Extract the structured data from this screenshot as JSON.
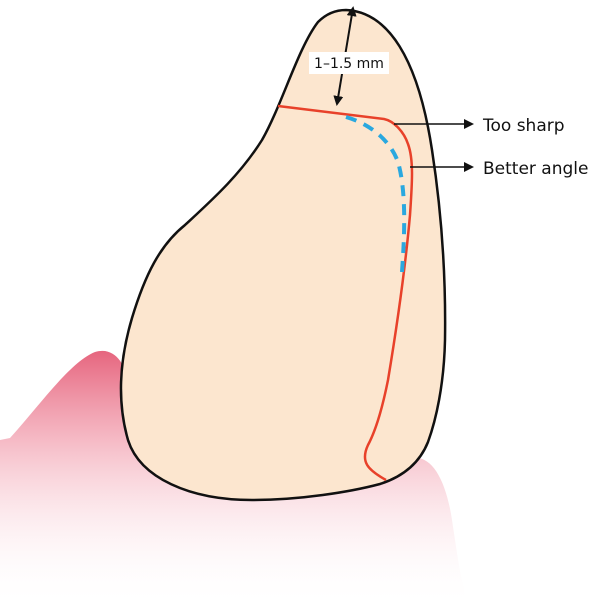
{
  "diagram": {
    "measurement_label": "1–1.5 mm",
    "labels": {
      "too_sharp": "Too sharp",
      "better_angle": "Better angle"
    },
    "colors": {
      "tooth_fill": "#fce6cf",
      "tooth_outline": "#111111",
      "prep_line": "#e8412a",
      "better_line": "#2aa8df",
      "gum": "#e35d78",
      "arrow": "#111111"
    }
  }
}
